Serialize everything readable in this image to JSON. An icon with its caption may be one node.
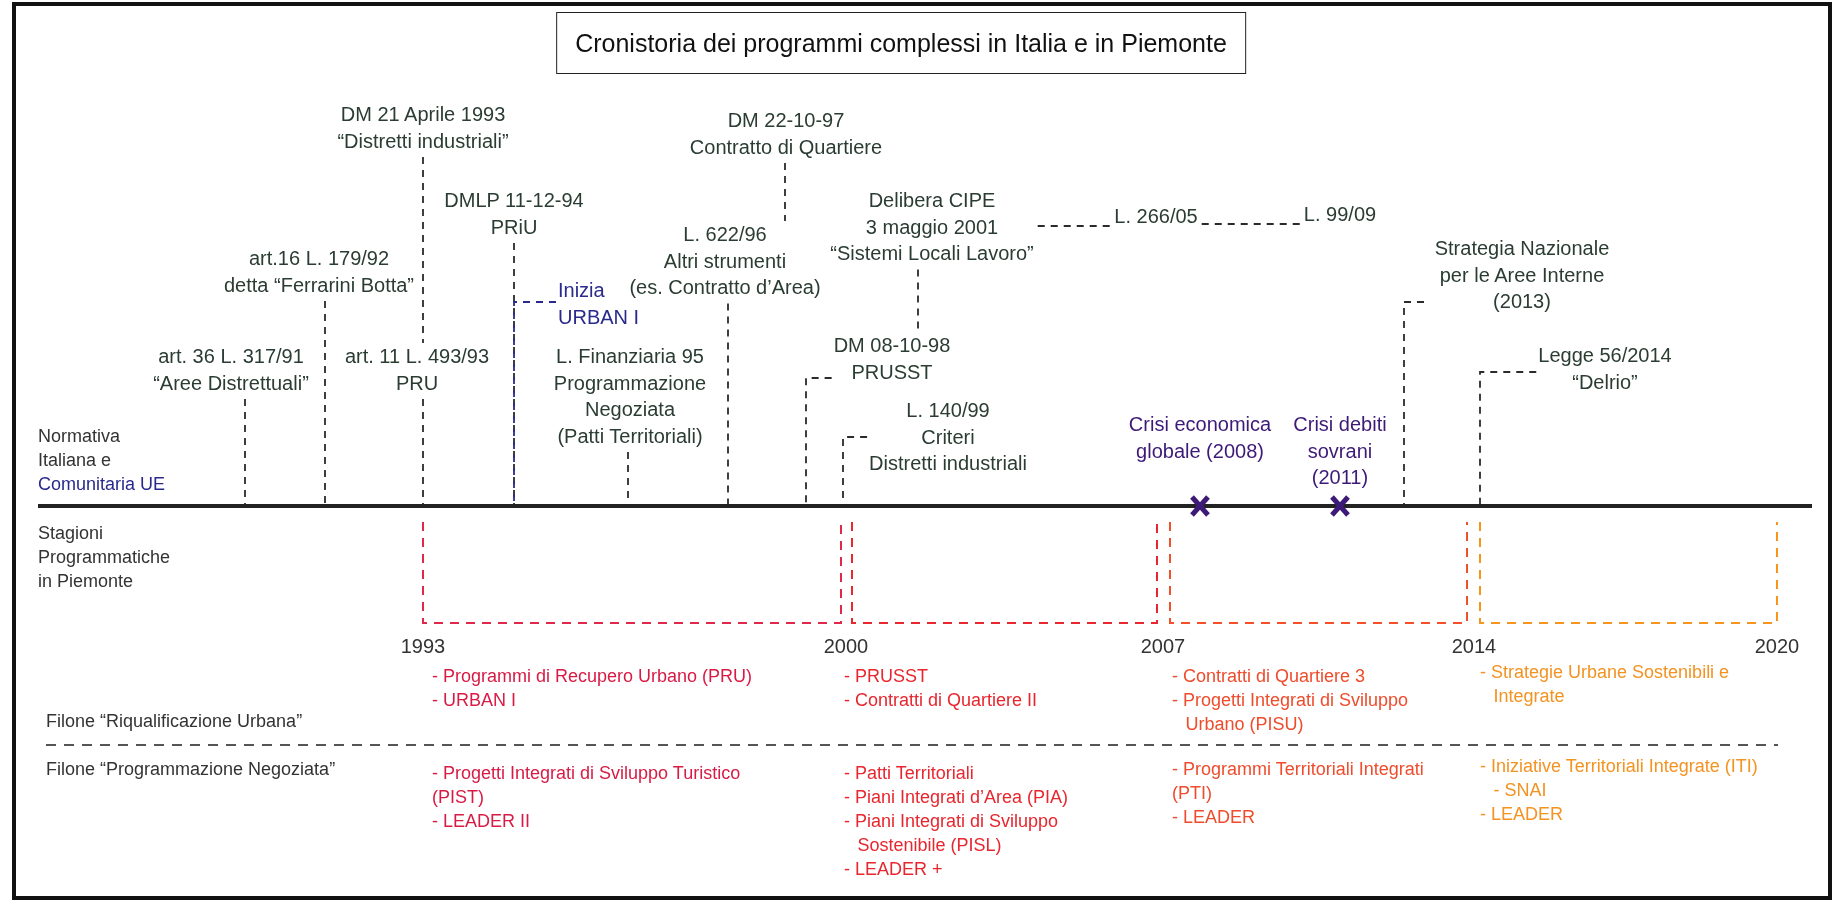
{
  "diagram": {
    "title": "Cronistoria dei programmi complessi in Italia e in Piemonte",
    "nodes": [
      {
        "text": [],
        "shape": "bar"
      },
      {
        "text": [
          "art. 36 L. 317/91",
          "“Aree Distrettuali”"
        ]
      },
      {
        "text": [
          "art.16 L. 179/92",
          "detta “Ferrarini Botta”"
        ]
      },
      {
        "text": [
          "DM 21 Aprile 1993",
          "“Distretti industriali”"
        ]
      },
      {
        "text": [
          "art. 11 L. 493/93",
          "PRU"
        ]
      },
      {
        "text": [
          "DMLP 11-12-94",
          "PRiU"
        ]
      },
      {
        "text": [
          "Inizia URBAN I"
        ]
      },
      {
        "text": [
          "L. Finanziaria 95",
          "Programmazione Negoziata",
          "(Patti Territoriali)"
        ]
      },
      {
        "text": [
          "L. 622/96",
          "Altri strumenti",
          "(es. Contratto d’Area)"
        ]
      },
      {
        "text": [
          "DM 22-10-97",
          "Contratto di Quartiere"
        ]
      },
      {
        "text": [
          "DM 08-10-98",
          "PRUSST"
        ]
      },
      {
        "text": [
          "L. 140/99",
          "Criteri",
          "Distretti industriali"
        ]
      },
      {
        "text": [
          "Delibera CIPE",
          "3 maggio 2001",
          "“Sistemi Locali Lavoro”"
        ]
      },
      {
        "text": [
          "L. 266/05"
        ]
      },
      {
        "text": [
          "L. 99/09"
        ]
      },
      {
        "text": [
          "Strategia Nazionale per le Aree Interne",
          "(2013)"
        ]
      },
      {
        "text": [
          "Legge 56/2014",
          "“Delrio”"
        ]
      }
    ],
    "edges": [
      {
        "from": 1,
        "to": 0,
        "arrow": "none",
        "style": "dashed"
      },
      {
        "from": 2,
        "to": 0,
        "arrow": "none",
        "style": "dashed"
      },
      {
        "from": 3,
        "to": 4,
        "arrow": "none",
        "style": "dashed"
      },
      {
        "from": 4,
        "to": 0,
        "arrow": "none",
        "style": "dashed"
      },
      {
        "from": 5,
        "to": 0,
        "arrow": "none",
        "style": "dashed"
      },
      {
        "from": 6,
        "to": 0,
        "arrow": "none",
        "style": "dashed",
        "color": "#2a2a8c"
      },
      {
        "from": 7,
        "to": 0,
        "arrow": "none",
        "style": "dashed"
      },
      {
        "from": 8,
        "to": 0,
        "arrow": "none",
        "style": "dashed"
      },
      {
        "from": 9,
        "to": 8,
        "arrow": "none",
        "style": "dashed"
      },
      {
        "from": 10,
        "to": 0,
        "arrow": "none",
        "style": "dashed"
      },
      {
        "from": 11,
        "to": 0,
        "arrow": "none",
        "style": "dashed"
      },
      {
        "from": 12,
        "to": 10,
        "arrow": "none",
        "style": "dashed"
      },
      {
        "from": 12,
        "to": 13,
        "arrow": "none",
        "style": "dashed"
      },
      {
        "from": 13,
        "to": 14,
        "arrow": "none",
        "style": "dashed"
      },
      {
        "from": 15,
        "to": 0,
        "arrow": "none",
        "style": "dashed"
      },
      {
        "from": 16,
        "to": 0,
        "arrow": "none",
        "style": "dashed"
      }
    ],
    "labels": [
      "Normativa Italiana e",
      "Comunitaria UE",
      "Crisi economica globale (2008)",
      "Crisi debiti sovrani (2011)",
      "Stagioni Programmatiche in Piemonte",
      "1993",
      "2000",
      "2007",
      "2014",
      "2020",
      "- Programmi di Recupero Urbano (PRU)",
      "- URBAN I",
      "- PRUSST",
      "- Contratti di Quartiere II",
      "- Contratti di Quartiere 3",
      "- Progetti Integrati di Sviluppo Urbano (PISU)",
      "- Strategie Urbane Sostenibili e Integrate",
      "Filone “Riqualificazione Urbana”",
      "Filone “Programmazione Negoziata”",
      "- Progetti Integrati di Sviluppo Turistico (PIST)",
      "- LEADER II",
      "- Patti Territoriali",
      "- Piani Integrati d’Area (PIA)",
      "- Piani Integrati di Sviluppo Sostenibile (PISL)",
      "- LEADER +",
      "- Programmi Territoriali Integrati (PTI)",
      "- LEADER",
      "- Iniziative Territoriali Integrate (ITI) - SNAI",
      "- LEADER"
    ]
  }
}
